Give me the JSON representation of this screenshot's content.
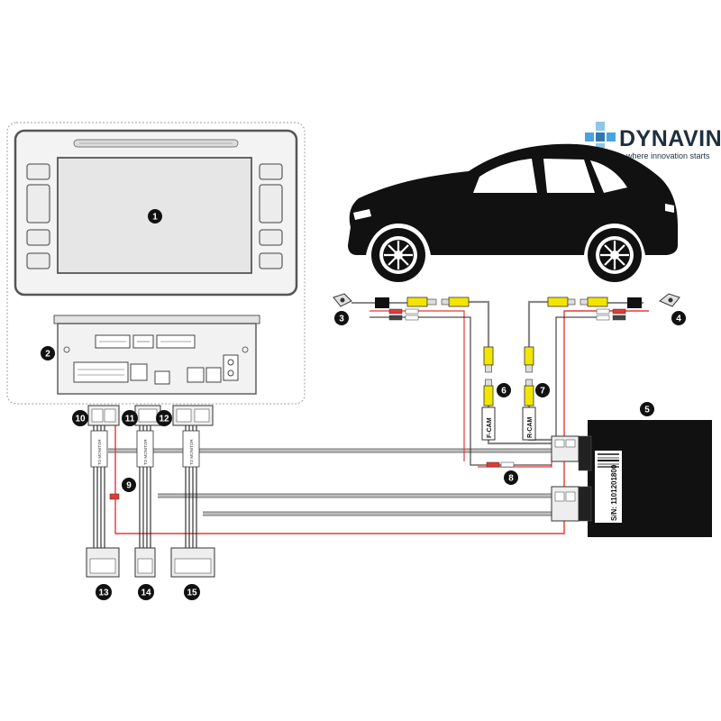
{
  "brand": {
    "name": "DYNAVIN",
    "tagline": "where innovation starts",
    "logo_colors": [
      "#4aa3df",
      "#2f78b6",
      "#8fc6ea"
    ]
  },
  "cables": {
    "front_cam_label": "F-CAM",
    "rear_cam_label": "R-CAM",
    "to_monitor_label": "TO MONITOR"
  },
  "module": {
    "serial": "S/N: 1101201800"
  },
  "callouts": [
    "1",
    "2",
    "3",
    "4",
    "5",
    "6",
    "7",
    "8",
    "9",
    "10",
    "11",
    "12",
    "13",
    "14",
    "15"
  ],
  "colors": {
    "rca_yellow": "#f2e500",
    "wire_red": "#e53935",
    "wire_gray": "#bdbdbd",
    "module_black": "#111111"
  }
}
